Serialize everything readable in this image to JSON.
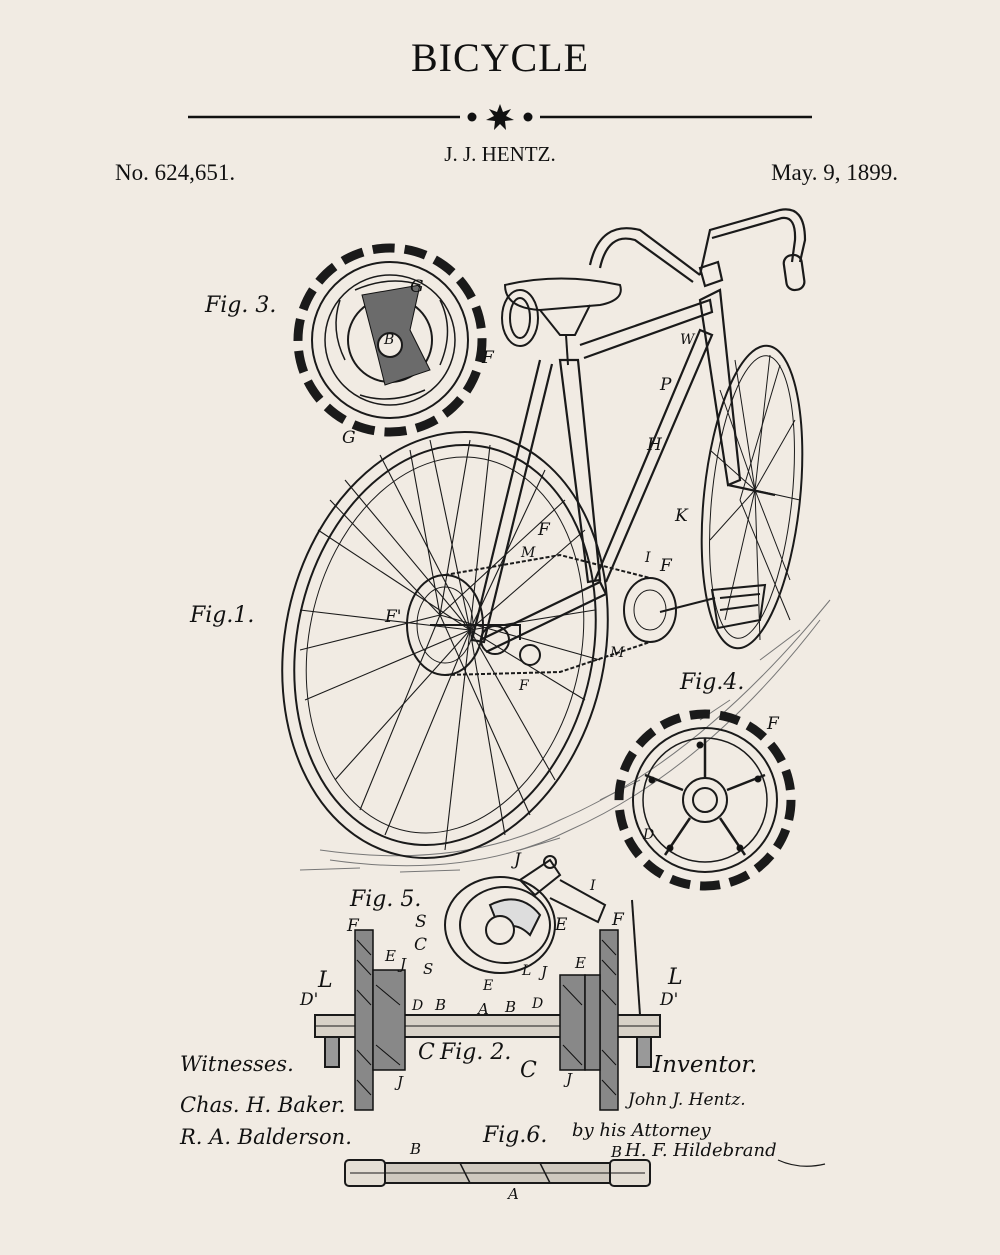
{
  "header": {
    "title": "BICYCLE",
    "inventor": "J. J. HENTZ.",
    "patent_number": "No. 624,651.",
    "date": "May. 9, 1899."
  },
  "figures": {
    "fig1": "Fig.1.",
    "fig2": "Fig. 2.",
    "fig3": "Fig. 3.",
    "fig4": "Fig.4.",
    "fig5": "Fig. 5.",
    "fig6": "Fig.6."
  },
  "part_labels": {
    "f3_g_top": "G",
    "f3_b": "B",
    "f3_f": "F",
    "f3_g_bottom": "G",
    "f1_w": "W",
    "f1_p": "P",
    "f1_h": "H",
    "f1_k": "K",
    "f1_f_top": "F",
    "f1_i": "I",
    "f1_f_mid": "F",
    "f1_m_top": "M",
    "f1_f_left": "F'",
    "f1_m_bottom": "M",
    "f1_f_low": "F",
    "f4_f": "F",
    "f4_d": "D",
    "f5_j": "J",
    "f5_i": "I",
    "f5_s": "S",
    "f5_c": "C",
    "f5_e_right": "E",
    "f5_l": "L",
    "f5_e_bottom": "E",
    "f2_f_left": "F",
    "f2_e_left": "E",
    "f2_j_left": "J",
    "f2_s_left": "S",
    "f2_l_left": "L",
    "f2_d1_left": "D'",
    "f2_d_left": "D",
    "f2_b_left": "B",
    "f2_a": "A",
    "f2_b_right": "B",
    "f2_d_right": "D",
    "f2_c_left": "C",
    "f2_j_bottom_left": "J",
    "f2_c_right": "C",
    "f2_j_bottom_right": "J",
    "f2_f_right": "F",
    "f2_j_right": "J",
    "f2_e_right": "E",
    "f2_l_right": "L",
    "f2_d1_right": "D'",
    "f6_b_left": "B",
    "f6_b_right": "B",
    "f6_a": "A"
  },
  "signatures": {
    "witnesses_label": "Witnesses.",
    "witness_1": "Chas. H. Baker.",
    "witness_2": "R. A. Balderson.",
    "inventor_label": "Inventor.",
    "inventor_signature": "John J. Hentz.",
    "attorney_line": "by his Attorney",
    "attorney_signature": "H. F. Hildebrand"
  }
}
